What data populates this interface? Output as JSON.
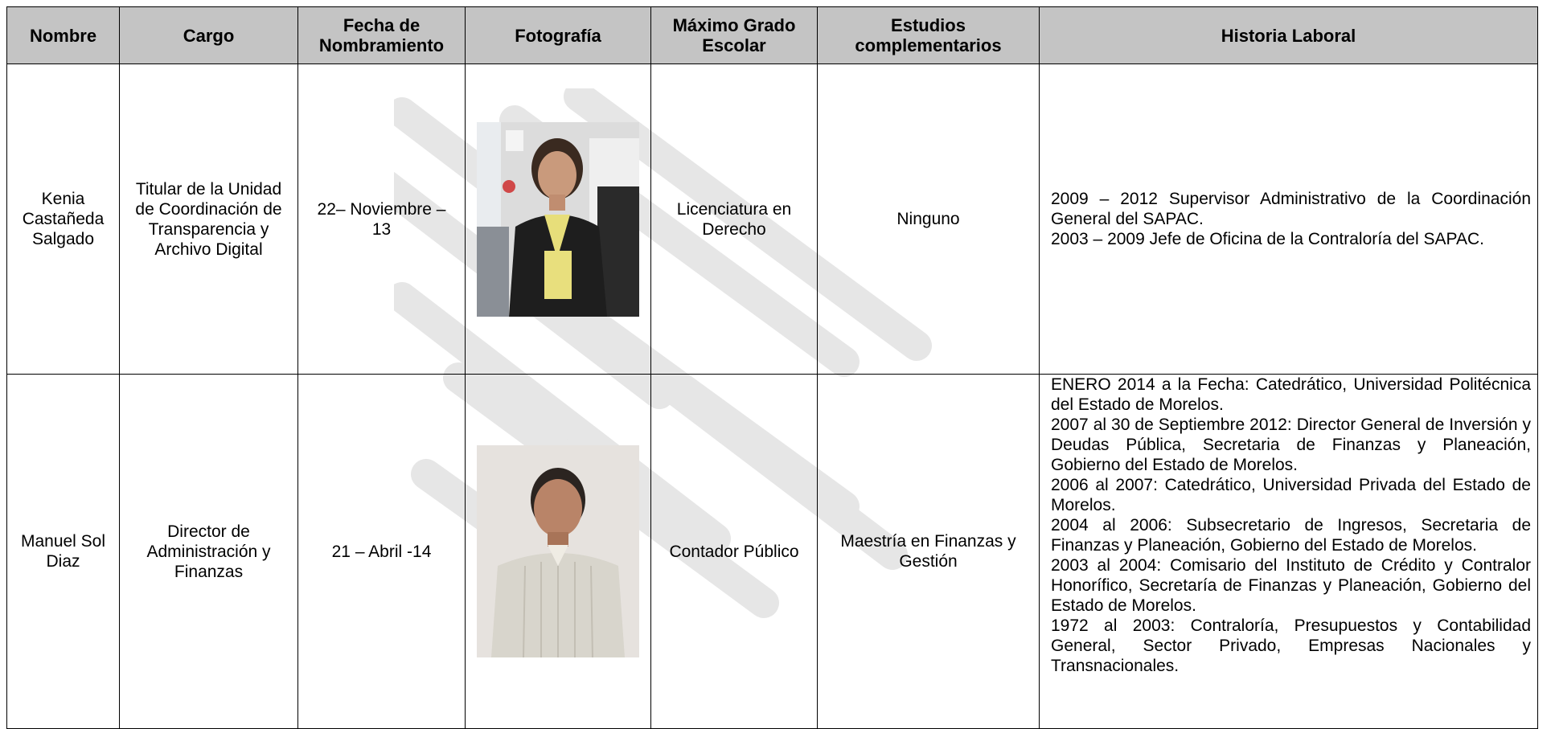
{
  "headers": {
    "nombre": "Nombre",
    "cargo": "Cargo",
    "fecha": "Fecha de Nombramiento",
    "fotografia": "Fotografía",
    "grado": "Máximo Grado Escolar",
    "estudios": "Estudios complementarios",
    "historia": "Historia Laboral"
  },
  "rows": [
    {
      "nombre": "Kenia Castañeda Salgado",
      "cargo": "Titular de la Unidad de Coordinación de Transparencia y Archivo Digital",
      "fecha": "22– Noviembre – 13",
      "grado": "Licenciatura en Derecho",
      "estudios": "Ninguno",
      "historia": [
        "2009 – 2012 Supervisor Administrativo de la Coordinación General del SAPAC.",
        "2003 – 2009 Jefe de Oficina de la Contraloría del SAPAC."
      ]
    },
    {
      "nombre": "Manuel Sol Diaz",
      "cargo": "Director de Administración y Finanzas",
      "fecha": "21 – Abril -14",
      "grado": "Contador Público",
      "estudios": "Maestría en Finanzas y Gestión",
      "historia": [
        "ENERO 2014 a la Fecha: Catedrático, Universidad Politécnica del Estado de Morelos.",
        "2007 al 30 de Septiembre 2012: Director General de Inversión y Deudas Pública, Secretaria de Finanzas y Planeación, Gobierno del Estado de Morelos.",
        "2006 al 2007: Catedrático, Universidad Privada del Estado de Morelos.",
        "2004 al 2006: Subsecretario de Ingresos, Secretaria de Finanzas y Planeación, Gobierno del Estado de Morelos.",
        "2003 al 2004: Comisario del Instituto de Crédito y Contralor Honorífico, Secretaría de Finanzas y Planeación, Gobierno del Estado de Morelos.",
        "1972 al 2003: Contraloría, Presupuestos y Contabilidad General, Sector Privado, Empresas Nacionales y Transnacionales."
      ]
    }
  ]
}
